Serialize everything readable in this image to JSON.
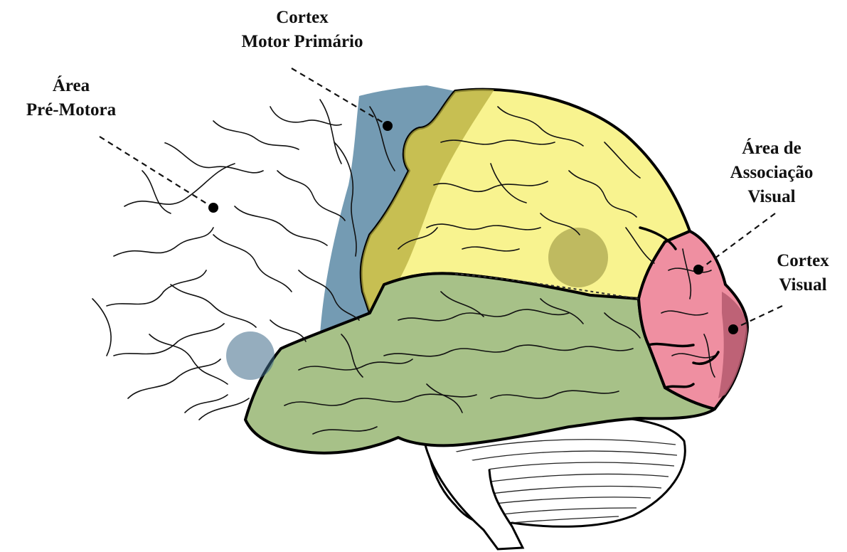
{
  "labels": {
    "premotor": [
      "Área",
      "Pré-Motora"
    ],
    "motor": [
      "Cortex",
      "Motor Primário"
    ],
    "assoc_visual": [
      "Área de",
      "Associação",
      "Visual"
    ],
    "visual": [
      "Cortex",
      "Visual"
    ]
  },
  "colors": {
    "frontal": "#a9cce8",
    "motor_strip": "#5c89a6",
    "parietal": "#f8f38f",
    "parietal_shade": "#b7ae3e",
    "temporal": "#a7c188",
    "occipital": "#ef8fa1",
    "occipital_dark": "#b55a6e",
    "outline": "#000000"
  }
}
